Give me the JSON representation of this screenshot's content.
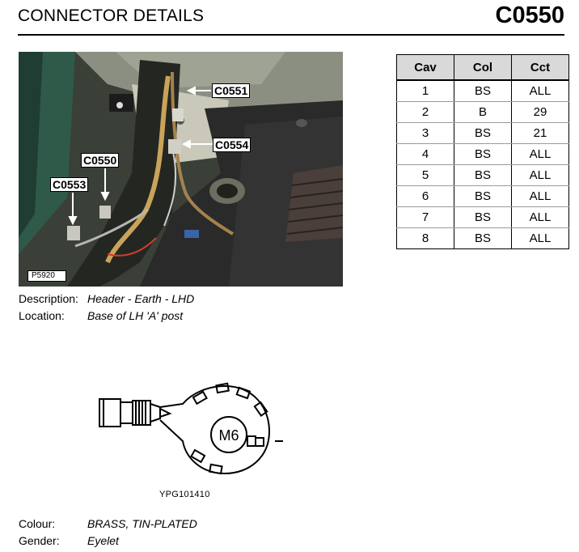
{
  "header": {
    "title": "CONNECTOR DETAILS",
    "code": "C0550"
  },
  "photo": {
    "tag": "P5920",
    "callouts": [
      "C0551",
      "C0554",
      "C0550",
      "C0553"
    ]
  },
  "pin_table": {
    "headers": [
      "Cav",
      "Col",
      "Cct"
    ],
    "rows": [
      [
        "1",
        "BS",
        "ALL"
      ],
      [
        "2",
        "B",
        "29"
      ],
      [
        "3",
        "BS",
        "21"
      ],
      [
        "4",
        "BS",
        "ALL"
      ],
      [
        "5",
        "BS",
        "ALL"
      ],
      [
        "6",
        "BS",
        "ALL"
      ],
      [
        "7",
        "BS",
        "ALL"
      ],
      [
        "8",
        "BS",
        "ALL"
      ]
    ]
  },
  "details": {
    "description_label": "Description:",
    "description_value": "Header  - Earth - LHD",
    "location_label": "Location:",
    "location_value": "Base of LH 'A' post",
    "colour_label": "Colour:",
    "colour_value": "BRASS, TIN-PLATED",
    "gender_label": "Gender:",
    "gender_value": "Eyelet"
  },
  "diagram": {
    "stud_label": "M6",
    "code": "YPG101410"
  }
}
